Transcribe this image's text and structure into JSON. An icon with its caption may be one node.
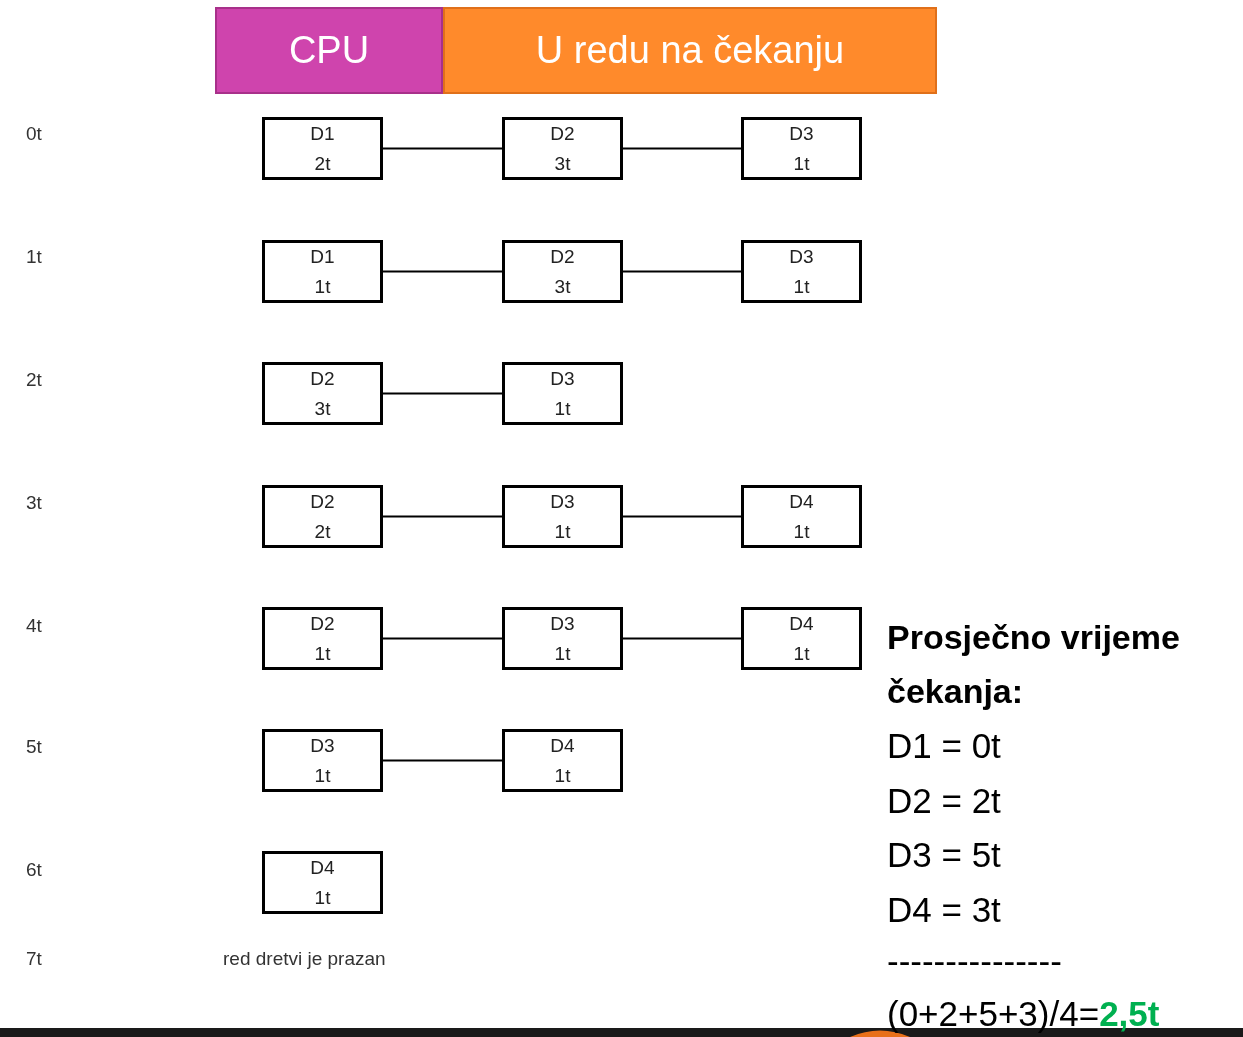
{
  "diagram": {
    "nodes": [
      {
        "text": [
          "CPU"
        ]
      },
      {
        "text": [
          "U redu na čekanju"
        ]
      },
      {
        "text": [
          "D1",
          "2t"
        ]
      },
      {
        "text": [
          "D2",
          "3t"
        ]
      },
      {
        "text": [
          "D3",
          "1t"
        ]
      },
      {
        "text": [
          "D1",
          "1t"
        ]
      },
      {
        "text": [
          "D2",
          "3t"
        ]
      },
      {
        "text": [
          "D3",
          "1t"
        ]
      },
      {
        "text": [
          "D2",
          "3t"
        ]
      },
      {
        "text": [
          "D3",
          "1t"
        ]
      },
      {
        "text": [
          "D2",
          "2t"
        ]
      },
      {
        "text": [
          "D3",
          "1t"
        ]
      },
      {
        "text": [
          "D4",
          "1t"
        ]
      },
      {
        "text": [
          "D2",
          "1t"
        ]
      },
      {
        "text": [
          "D3",
          "1t"
        ]
      },
      {
        "text": [
          "D4",
          "1t"
        ]
      },
      {
        "text": [
          "D3",
          "1t"
        ]
      },
      {
        "text": [
          "D4",
          "1t"
        ]
      },
      {
        "text": [
          "D4",
          "1t"
        ]
      }
    ],
    "edges": [
      {
        "from": 2,
        "to": 3,
        "arrow": "none"
      },
      {
        "from": 3,
        "to": 4,
        "arrow": "none"
      },
      {
        "from": 5,
        "to": 6,
        "arrow": "none"
      },
      {
        "from": 6,
        "to": 7,
        "arrow": "none"
      },
      {
        "from": 8,
        "to": 9,
        "arrow": "none"
      },
      {
        "from": 10,
        "to": 11,
        "arrow": "none"
      },
      {
        "from": 11,
        "to": 12,
        "arrow": "none"
      },
      {
        "from": 13,
        "to": 14,
        "arrow": "none"
      },
      {
        "from": 14,
        "to": 15,
        "arrow": "none"
      },
      {
        "from": 16,
        "to": 17,
        "arrow": "none"
      }
    ],
    "labels": [
      "0t",
      "1t",
      "2t",
      "3t",
      "4t",
      "5t",
      "6t",
      "7t",
      "red dretvi je prazan",
      "Prosječno vrijeme čekanja:",
      "D1 = 0t",
      "D2 = 2t",
      "D3 = 5t",
      "D4 = 3t",
      "---------------",
      "(0+2+5+3)/4=**2,5t**"
    ]
  }
}
